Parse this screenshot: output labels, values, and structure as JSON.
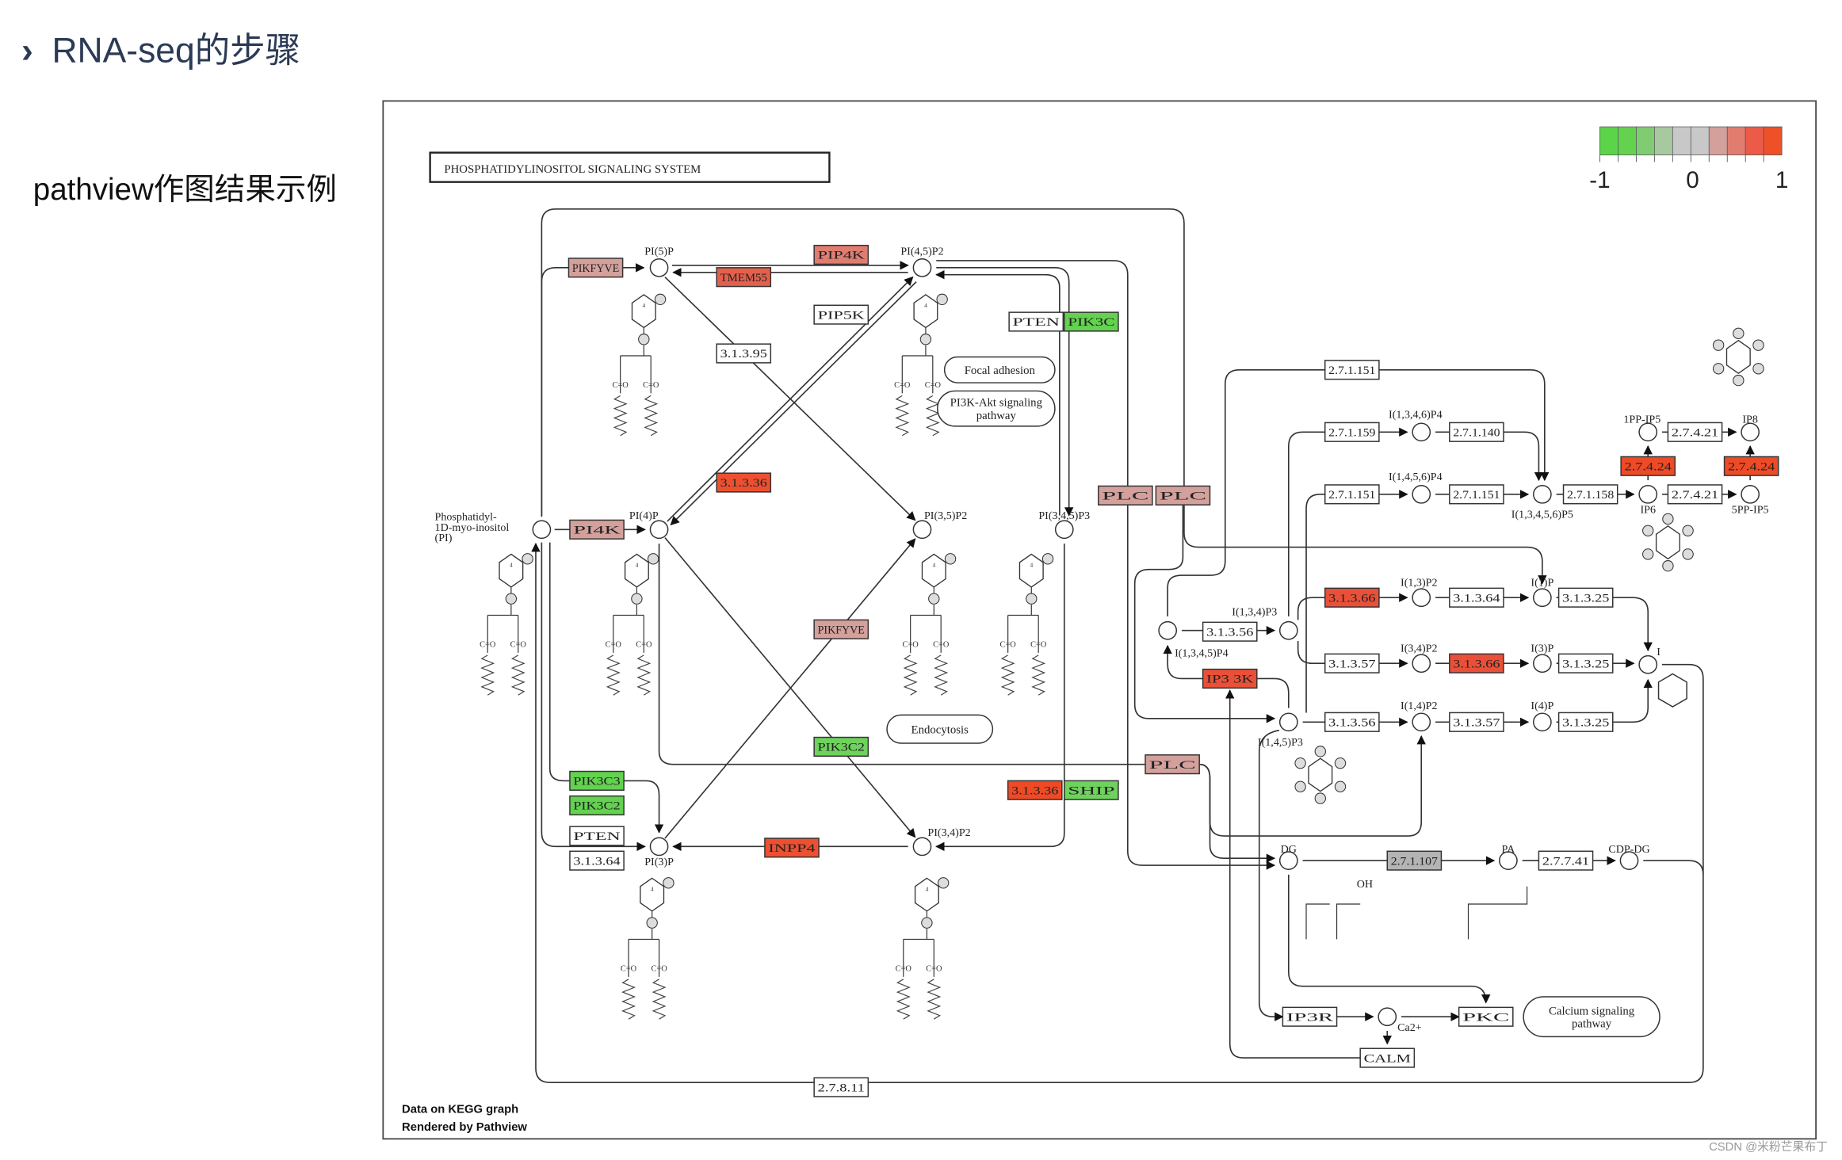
{
  "header": {
    "chevron_icon": "chevron-right-icon",
    "title": "RNA-seq的步骤",
    "subtitle": "pathview作图结果示例"
  },
  "pathway": {
    "title": "PHOSPHATIDYLINOSITOL  SIGNALING  SYSTEM",
    "footer_line1": "Data on KEGG graph",
    "footer_line2": "Rendered by Pathview",
    "legend": {
      "min_label": "-1",
      "mid_label": "0",
      "max_label": "1",
      "colors": [
        "#5bd44a",
        "#62d24f",
        "#80cc72",
        "#a8c8a0",
        "#c8c8c8",
        "#c8c8c8",
        "#d4a09c",
        "#e07c70",
        "#ec5a48",
        "#ee5028"
      ]
    },
    "genes": [
      {
        "label": "PIKFYVE",
        "color": "#d4a09c"
      },
      {
        "label": "PIP4K",
        "color": "#e07c70"
      },
      {
        "label": "TMEM55",
        "color": "#e4604c"
      },
      {
        "label": "PIP5K",
        "color": "#ffffff"
      },
      {
        "label": "PTEN",
        "color": "#ffffff"
      },
      {
        "label": "PIK3C",
        "color": "#62d24f"
      },
      {
        "label": "3.1.3.95",
        "color": "#ffffff"
      },
      {
        "label": "3.1.3.36",
        "color": "#ec5030"
      },
      {
        "label": "PI4K",
        "color": "#d4a09c"
      },
      {
        "label": "PLC",
        "color": "#d4a09c"
      },
      {
        "label": "PLC",
        "color": "#d4a09c"
      },
      {
        "label": "PIKFYVE",
        "color": "#d4a09c"
      },
      {
        "label": "PIK3C2",
        "color": "#6ed25c"
      },
      {
        "label": "PIK3C3",
        "color": "#62d24f"
      },
      {
        "label": "PIK3C2",
        "color": "#62d24f"
      },
      {
        "label": "PTEN",
        "color": "#ffffff"
      },
      {
        "label": "3.1.3.64",
        "color": "#ffffff"
      },
      {
        "label": "INPP4",
        "color": "#ec5030"
      },
      {
        "label": "PLC",
        "color": "#d4a09c"
      },
      {
        "label": "3.1.3.36",
        "color": "#ee4a26"
      },
      {
        "label": "SHIP",
        "color": "#6ed25c"
      },
      {
        "label": "2.7.1.151",
        "color": "#ffffff"
      },
      {
        "label": "2.7.1.159",
        "color": "#ffffff"
      },
      {
        "label": "2.7.1.140",
        "color": "#ffffff"
      },
      {
        "label": "2.7.1.151",
        "color": "#ffffff"
      },
      {
        "label": "2.7.1.151",
        "color": "#ffffff"
      },
      {
        "label": "2.7.1.158",
        "color": "#ffffff"
      },
      {
        "label": "2.7.4.21",
        "color": "#ffffff"
      },
      {
        "label": "2.7.4.21",
        "color": "#ffffff"
      },
      {
        "label": "2.7.4.24",
        "color": "#ee4a26"
      },
      {
        "label": "2.7.4.24",
        "color": "#ee4a26"
      },
      {
        "label": "3.1.3.66",
        "color": "#ea5038"
      },
      {
        "label": "3.1.3.64",
        "color": "#ffffff"
      },
      {
        "label": "3.1.3.25",
        "color": "#ffffff"
      },
      {
        "label": "3.1.3.56",
        "color": "#ffffff"
      },
      {
        "label": "3.1.3.57",
        "color": "#ffffff"
      },
      {
        "label": "3.1.3.66",
        "color": "#ea5038"
      },
      {
        "label": "3.1.3.25",
        "color": "#ffffff"
      },
      {
        "label": "IP3 3K",
        "color": "#ea5038"
      },
      {
        "label": "3.1.3.56",
        "color": "#ffffff"
      },
      {
        "label": "3.1.3.57",
        "color": "#ffffff"
      },
      {
        "label": "3.1.3.25",
        "color": "#ffffff"
      },
      {
        "label": "2.7.1.107",
        "color": "#b4b4b4"
      },
      {
        "label": "2.7.7.41",
        "color": "#ffffff"
      },
      {
        "label": "IP3R",
        "color": "#ffffff"
      },
      {
        "label": "PKC",
        "color": "#ffffff"
      },
      {
        "label": "CALM",
        "color": "#ffffff"
      },
      {
        "label": "2.7.8.11",
        "color": "#ffffff"
      }
    ],
    "maps": [
      {
        "label": "Focal adhesion"
      },
      {
        "label": "PI3K-Akt signaling pathway"
      },
      {
        "label": "Endocytosis"
      },
      {
        "label": "Calcium signaling pathway"
      }
    ],
    "compounds": [
      {
        "label": "PI(5)P"
      },
      {
        "label": "PI(4,5)P2"
      },
      {
        "label": "Phosphatidyl-1D-myo-inositol (PI)"
      },
      {
        "label": "PI(4)P"
      },
      {
        "label": "PI(3,5)P2"
      },
      {
        "label": "PI(3,4,5)P3"
      },
      {
        "label": "PI(3)P"
      },
      {
        "label": "PI(3,4)P2"
      },
      {
        "label": "I(1,3,4,5)P4"
      },
      {
        "label": "I(1,3,4)P3"
      },
      {
        "label": "I(1,4,5)P3"
      },
      {
        "label": "I(1,3,4,6)P4"
      },
      {
        "label": "I(1,4,5,6)P4"
      },
      {
        "label": "I(1,3,4,5,6)P5"
      },
      {
        "label": "1PP-IP5"
      },
      {
        "label": "IP8"
      },
      {
        "label": "IP6"
      },
      {
        "label": "5PP-IP5"
      },
      {
        "label": "I(1,3)P2"
      },
      {
        "label": "I(1)P"
      },
      {
        "label": "I(3,4)P2"
      },
      {
        "label": "I(3)P"
      },
      {
        "label": "I"
      },
      {
        "label": "I(1,4)P2"
      },
      {
        "label": "I(4)P"
      },
      {
        "label": "DG"
      },
      {
        "label": "PA"
      },
      {
        "label": "CDP-DG"
      },
      {
        "label": "Ca2+"
      }
    ]
  },
  "watermark": "CSDN @米粉芒果布丁"
}
